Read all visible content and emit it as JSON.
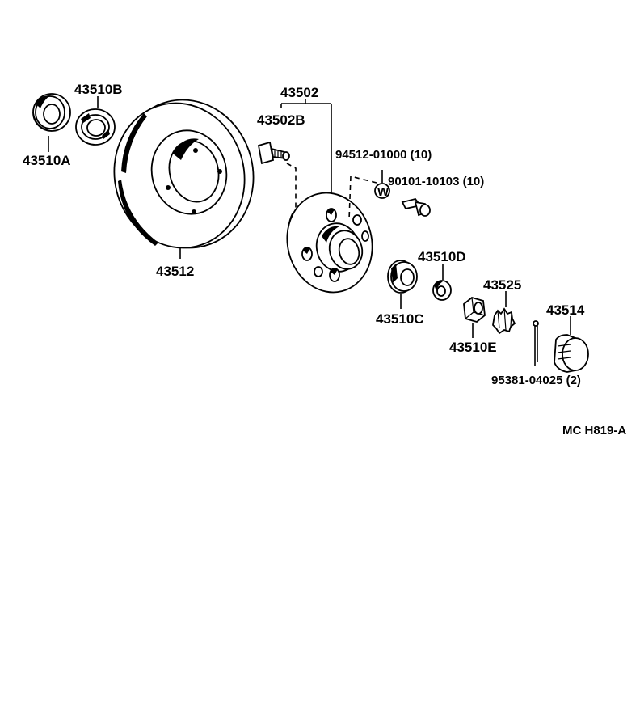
{
  "diagram": {
    "code": "MC H819-A",
    "parts": {
      "p43510A": "43510A",
      "p43510B": "43510B",
      "p43512": "43512",
      "p43502": "43502",
      "p43502B": "43502B",
      "p94512": "94512-01000 (10)",
      "p90101": "90101-10103 (10)",
      "p43510D": "43510D",
      "p43510C": "43510C",
      "p43525": "43525",
      "p43510E": "43510E",
      "p43514": "43514",
      "p95381": "95381-04025 (2)"
    },
    "washer_mark": "W"
  }
}
